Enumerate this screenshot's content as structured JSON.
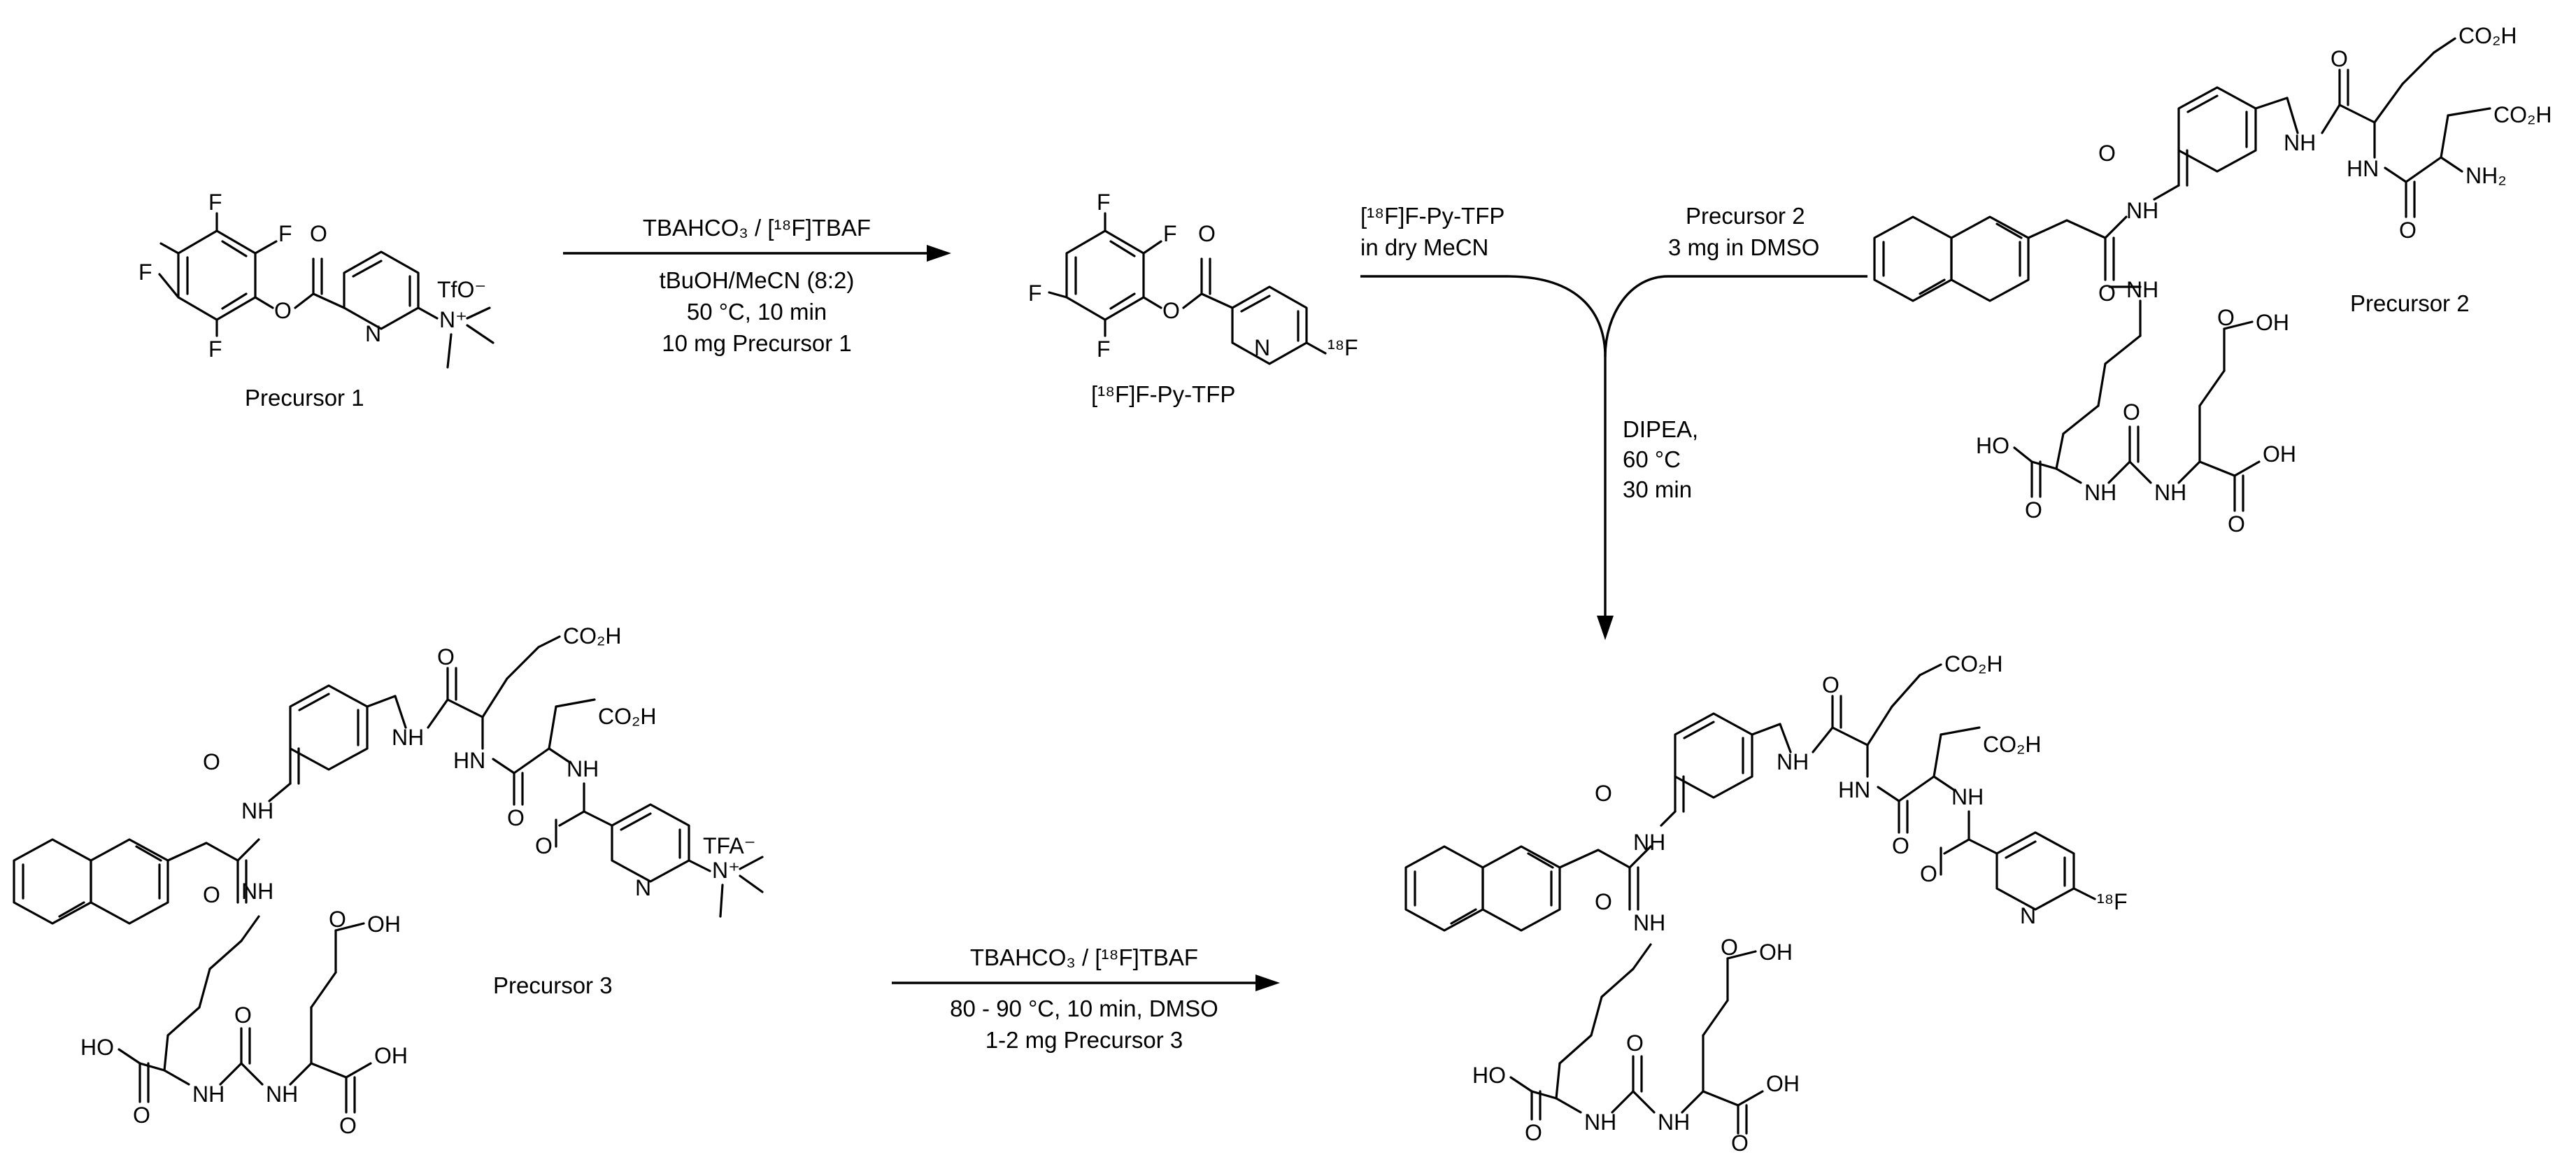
{
  "compounds": {
    "precursor1": {
      "label": "Precursor 1",
      "counterion": "TfO⁻"
    },
    "f_py_tfp": {
      "label": "[¹⁸F]F-Py-TFP"
    },
    "precursor2": {
      "label": "Precursor 2"
    },
    "precursor3": {
      "label": "Precursor 3",
      "counterion": "TFA⁻"
    },
    "product": {
      "label": ""
    }
  },
  "reactions": {
    "step1": {
      "above": "TBAHCO₃ / [¹⁸F]TBAF",
      "below": [
        "tBuOH/MeCN (8:2)",
        "50 °C, 10 min",
        "10 mg Precursor 1"
      ]
    },
    "step2": {
      "left_input": [
        "[¹⁸F]F-Py-TFP",
        "in dry MeCN"
      ],
      "right_input": [
        "Precursor 2",
        "3 mg in DMSO"
      ],
      "conditions": [
        "DIPEA,",
        "60 °C",
        "30 min"
      ]
    },
    "step3": {
      "above": "TBAHCO₃ / [¹⁸F]TBAF",
      "below": [
        "80 - 90 °C, 10 min, DMSO",
        "1-2 mg Precursor 3"
      ]
    }
  },
  "atom_labels": {
    "F": "F",
    "F18": "¹⁸F",
    "N": "N",
    "O": "O",
    "NH": "NH",
    "HN": "HN",
    "NH2": "NH₂",
    "CO2H": "CO₂H",
    "OH": "OH",
    "HO": "HO",
    "NMe3": "N⁺"
  }
}
